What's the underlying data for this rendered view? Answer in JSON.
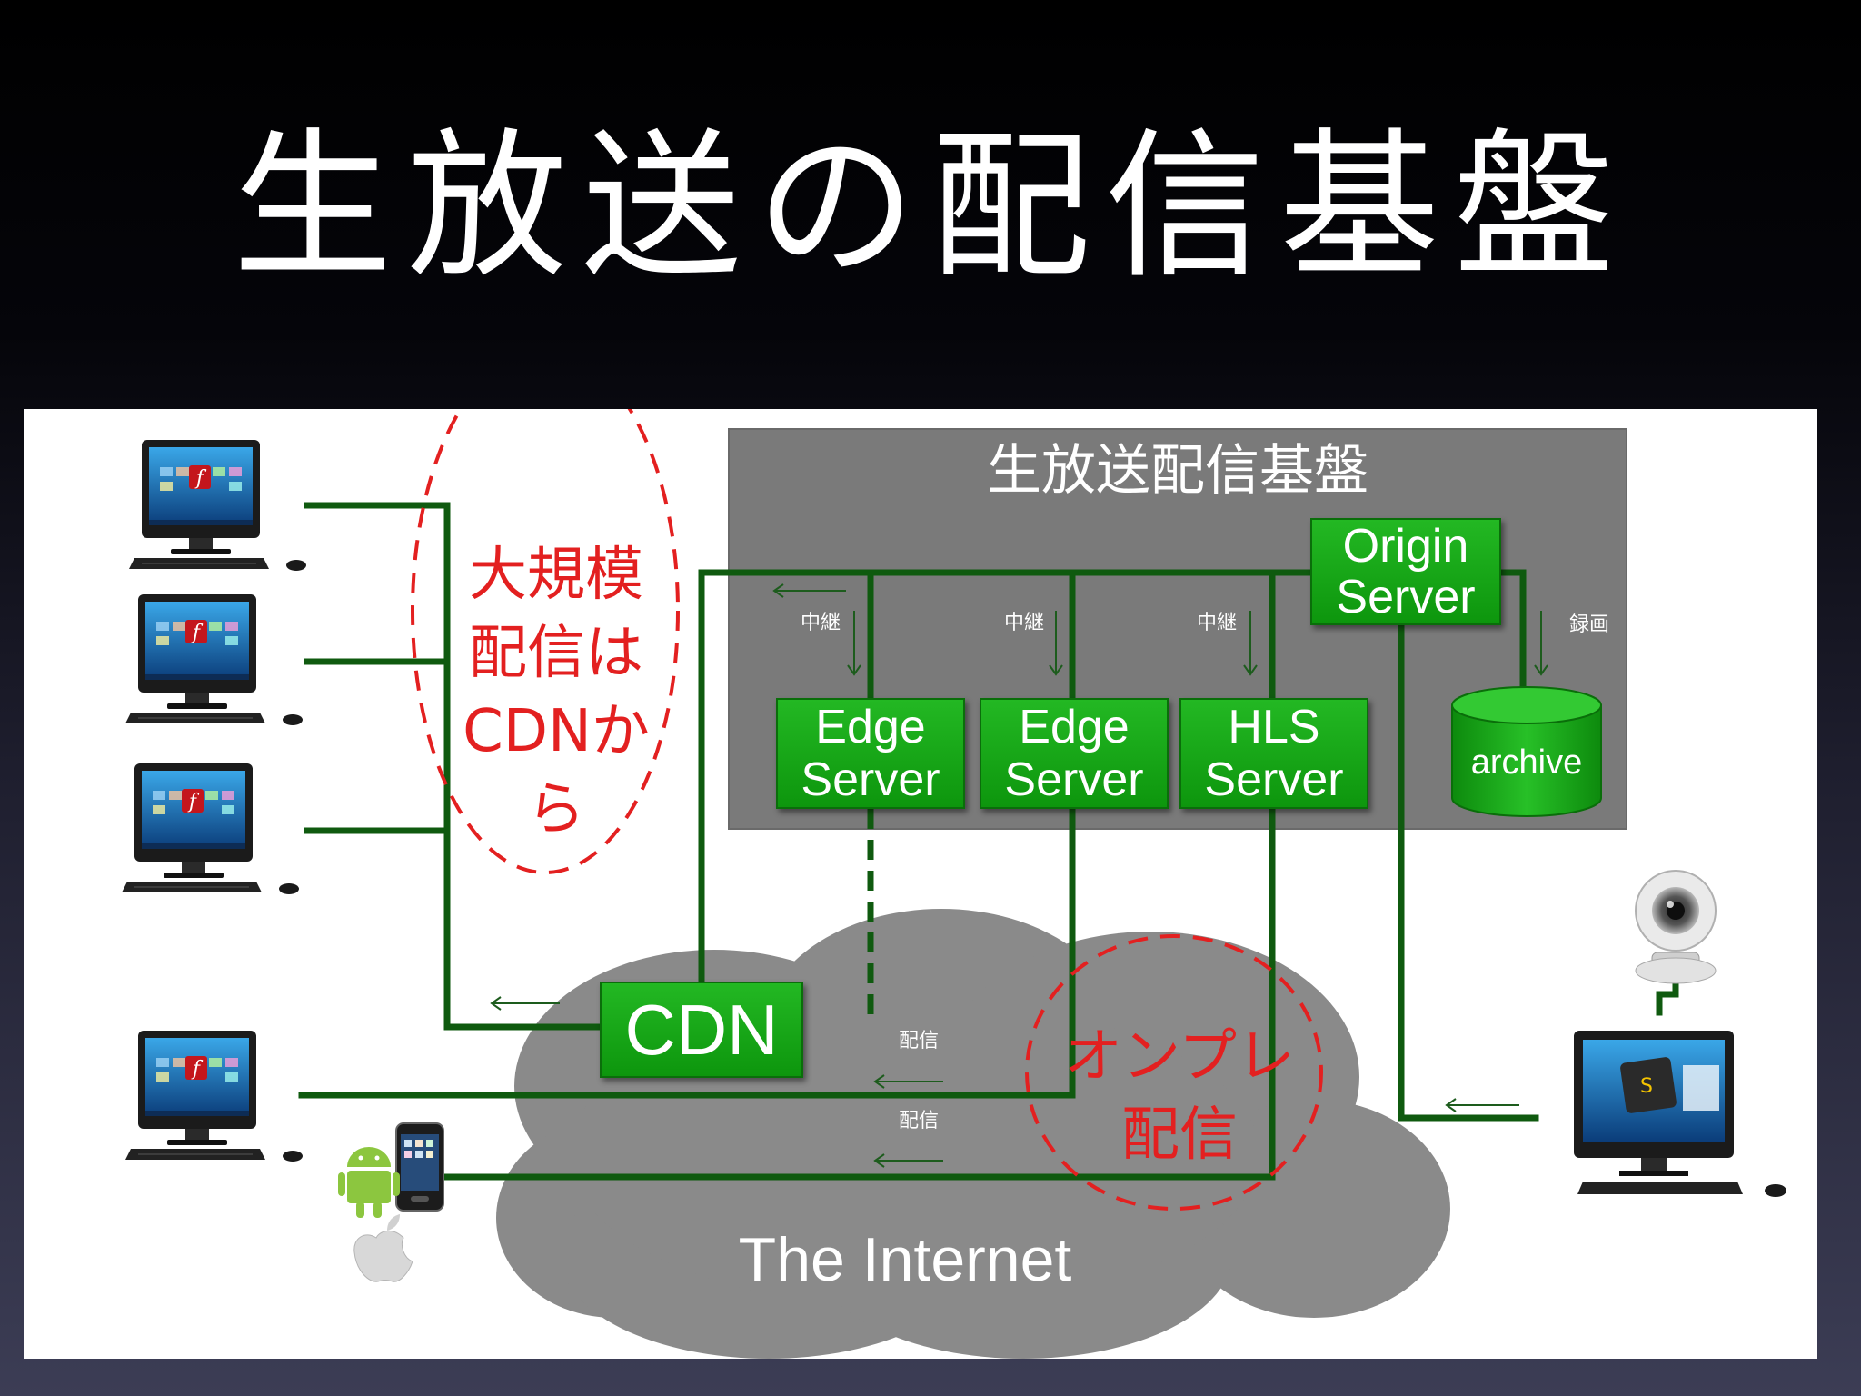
{
  "slide": {
    "title": "生放送の配信基盤"
  },
  "platform": {
    "title": "生放送配信基盤"
  },
  "servers": {
    "origin": [
      "Origin",
      "Server"
    ],
    "edge1": [
      "Edge",
      "Server"
    ],
    "edge2": [
      "Edge",
      "Server"
    ],
    "hls": [
      "HLS",
      "Server"
    ],
    "archive": "archive",
    "cdn": "CDN"
  },
  "labels": {
    "relay": "中継",
    "record": "録画",
    "delivery": "配信",
    "internet": "The Internet"
  },
  "annotations": {
    "cdn_note": [
      "大規模",
      "配信は",
      "CDNか",
      "ら"
    ],
    "onpremise_note": [
      "オンプレ",
      "配信"
    ]
  },
  "colors": {
    "line": "#0f5a0f",
    "box": "#16a316",
    "annotation": "#e32020",
    "platform_bg": "#7a7a7a",
    "cloud": "#8a8a8a"
  },
  "icons": [
    "desktop-pc-icon",
    "smartphone-icon",
    "android-icon",
    "apple-icon",
    "webcam-icon",
    "broadcaster-pc-icon"
  ]
}
